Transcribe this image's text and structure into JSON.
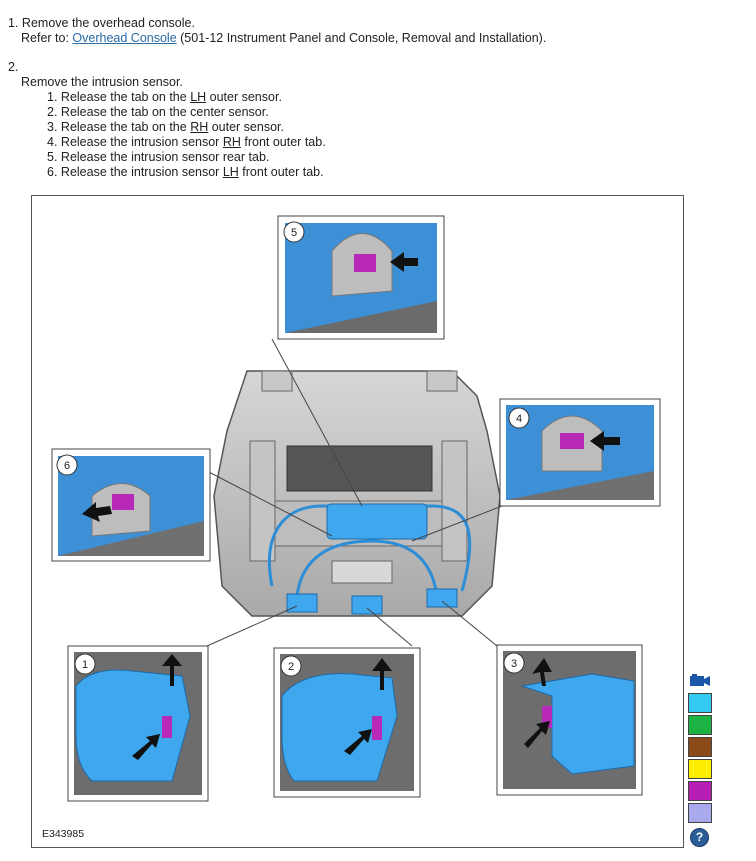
{
  "step1": {
    "number": "1.",
    "text": "Remove the overhead console.",
    "refer_prefix": "Refer to:",
    "link_text": "Overhead Console",
    "refer_suffix": "(501-12 Instrument Panel and Console, Removal and Installation)."
  },
  "step2": {
    "number": "2.",
    "text": "Remove the intrusion sensor.",
    "substeps": [
      {
        "n": "1.",
        "pre": "Release the tab on the ",
        "u": "LH",
        "post": " outer sensor."
      },
      {
        "n": "2.",
        "pre": "Release the tab on the center sensor.",
        "u": "",
        "post": ""
      },
      {
        "n": "3.",
        "pre": "Release the tab on the ",
        "u": "RH",
        "post": " outer sensor."
      },
      {
        "n": "4.",
        "pre": "Release the intrusion sensor ",
        "u": "RH",
        "post": " front outer tab."
      },
      {
        "n": "5.",
        "pre": "Release the intrusion sensor rear tab.",
        "u": "",
        "post": ""
      },
      {
        "n": "6.",
        "pre": "Release the intrusion sensor ",
        "u": "LH",
        "post": " front outer tab."
      }
    ]
  },
  "figure": {
    "id": "E343985",
    "callouts": [
      "1",
      "2",
      "3",
      "4",
      "5",
      "6"
    ]
  },
  "palette": {
    "colors": [
      "#33c9f0",
      "#1db344",
      "#8b4a1a",
      "#ffee00",
      "#b51eb5",
      "#a9a9ee"
    ]
  },
  "help_glyph": "?"
}
